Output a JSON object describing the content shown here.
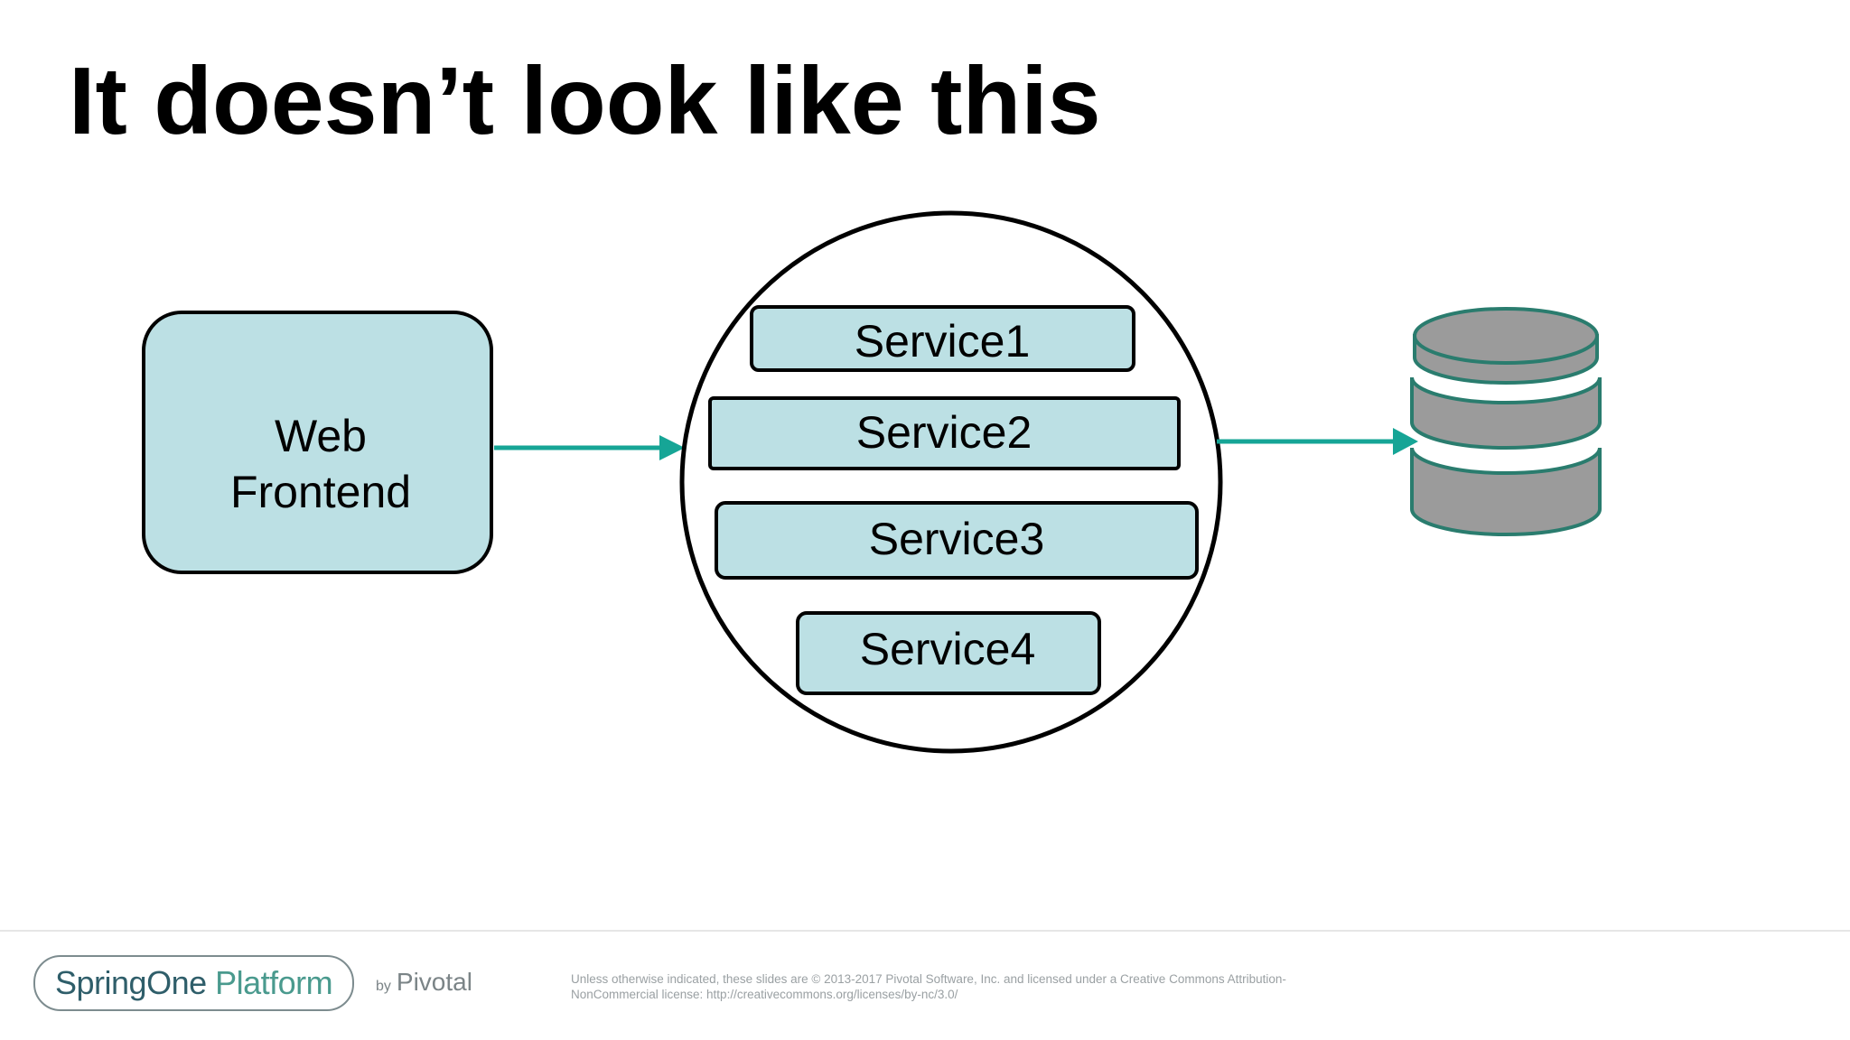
{
  "slide": {
    "title": "It doesn’t look like this"
  },
  "diagram": {
    "frontend": {
      "line1": "Web",
      "line2": "Frontend"
    },
    "services": [
      {
        "label": "Service1"
      },
      {
        "label": "Service2"
      },
      {
        "label": "Service3"
      },
      {
        "label": "Service4"
      }
    ],
    "database": {
      "icon": "database-icon"
    }
  },
  "colors": {
    "node_fill": "#bce0e4",
    "arrow": "#16a596",
    "db_fill": "#9b9b9b",
    "db_stroke": "#2a7c6e"
  },
  "footer": {
    "brand_spring": "SpringOne",
    "brand_platform": " Platform",
    "by": "by",
    "company": "Pivotal",
    "license_line1": "Unless otherwise indicated, these slides are © 2013-2017 Pivotal Software, Inc. and licensed under a Creative Commons Attribution-",
    "license_line2": "NonCommercial license: http://creativecommons.org/licenses/by-nc/3.0/"
  }
}
